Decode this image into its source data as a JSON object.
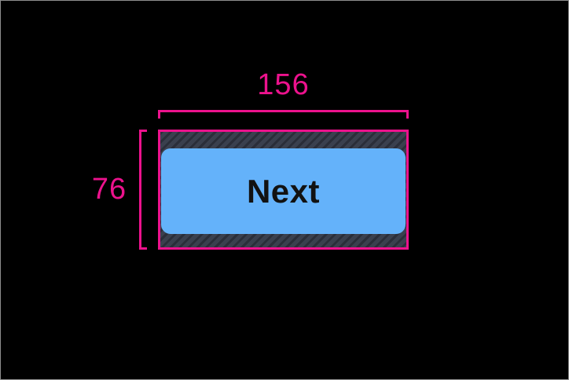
{
  "canvas": {
    "background": "#000000",
    "frame_border_color": "#8e8e8e"
  },
  "annotation": {
    "color": "#ec128d",
    "width_label": "156",
    "height_label": "76"
  },
  "touch_target": {
    "hatch_base_color": "#3a404e",
    "hatch_stripe_color": "#2a2e39"
  },
  "button": {
    "label": "Next",
    "fill_color": "#64b2fa",
    "text_color": "#121212"
  }
}
